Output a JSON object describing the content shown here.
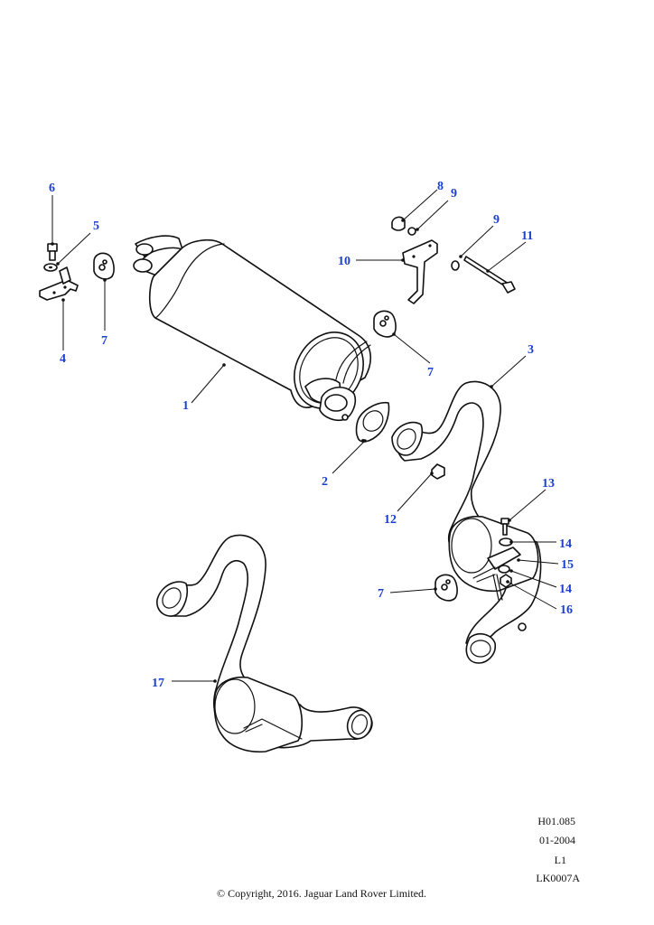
{
  "callouts": {
    "c1": "1",
    "c2": "2",
    "c3": "3",
    "c4": "4",
    "c5": "5",
    "c6": "6",
    "c7a": "7",
    "c7b": "7",
    "c7c": "7",
    "c8": "8",
    "c9a": "9",
    "c9b": "9",
    "c10": "10",
    "c11": "11",
    "c12": "12",
    "c13": "13",
    "c14a": "14",
    "c14b": "14",
    "c15": "15",
    "c16": "16",
    "c17": "17"
  },
  "colors": {
    "callout": "#1a3fcf",
    "line": "#111111"
  },
  "footer": {
    "ref": "H01.085",
    "date": "01-2004",
    "level": "L1",
    "code": "LK0007A",
    "copyright": "© Copyright, 2016. Jaguar Land Rover Limited."
  }
}
